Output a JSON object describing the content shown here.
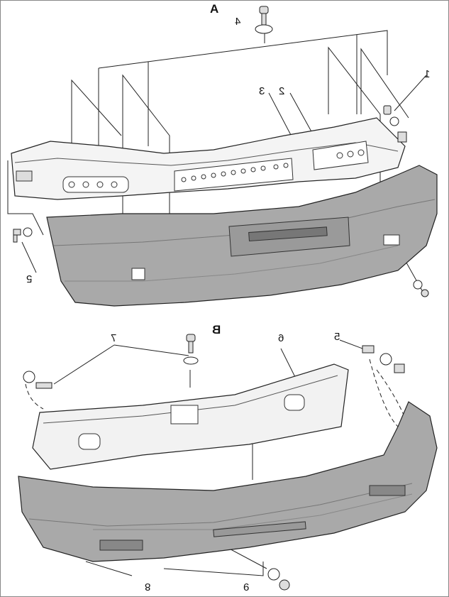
{
  "section_a": {
    "title": "A",
    "callouts": {
      "c1": "1",
      "c2": "2",
      "c3": "3",
      "c4": "4",
      "c5": "5"
    }
  },
  "section_b": {
    "title": "B",
    "callouts": {
      "c5": "5",
      "c6": "6",
      "c7": "7",
      "c8": "8",
      "c9": "9"
    }
  },
  "colors": {
    "bumper": "#a9a9a9",
    "bumper_shadow": "#8c8c8c",
    "line": "#222222",
    "bracket": "#f2f2f2"
  }
}
